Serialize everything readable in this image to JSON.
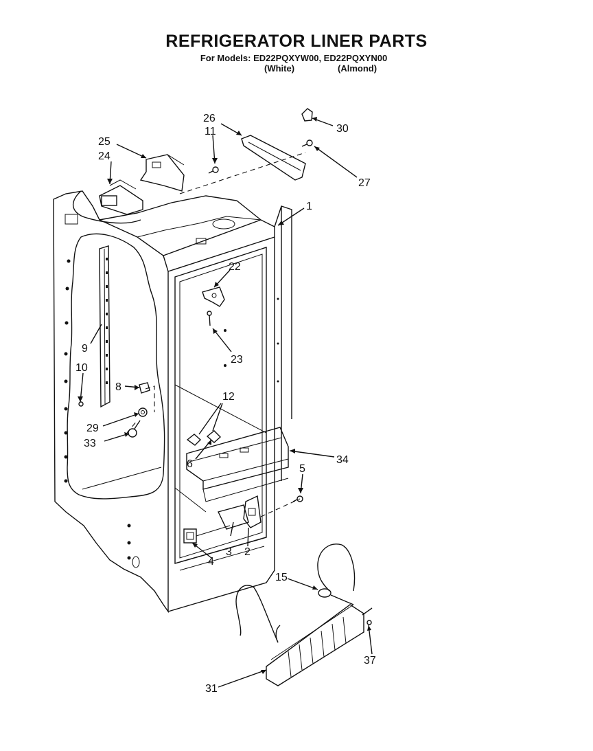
{
  "header": {
    "title": "REFRIGERATOR LINER PARTS",
    "models_line": "For Models: ED22PQXYW00, ED22PQXYN00",
    "color_white": "(White)",
    "color_almond": "(Almond)"
  },
  "callouts": [
    "26",
    "11",
    "30",
    "25",
    "24",
    "27",
    "1",
    "22",
    "9",
    "23",
    "10",
    "12",
    "8",
    "29",
    "33",
    "6",
    "34",
    "5",
    "4",
    "3",
    "2",
    "15",
    "37",
    "31"
  ]
}
